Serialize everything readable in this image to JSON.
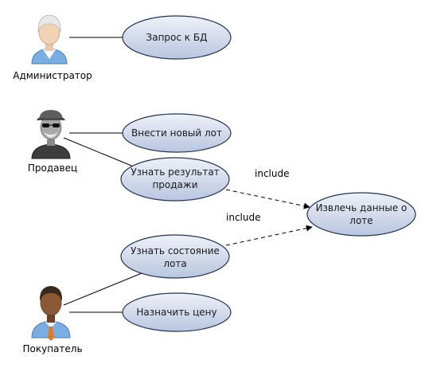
{
  "colors": {
    "usecase_fill_light": "#eef1f8",
    "usecase_fill_dark": "#b9c6e0",
    "usecase_stroke": "#25334d",
    "actor_shirt": "#7aaee3",
    "line": "#000000"
  },
  "actors": [
    {
      "id": "admin",
      "label": "Администратор",
      "icon": "admin-actor-icon"
    },
    {
      "id": "seller",
      "label": "Продавец",
      "icon": "seller-actor-icon"
    },
    {
      "id": "buyer",
      "label": "Покупатель",
      "icon": "buyer-actor-icon"
    }
  ],
  "use_cases": [
    {
      "id": "uc_db",
      "lines": [
        "Запрос к БД"
      ]
    },
    {
      "id": "uc_new_lot",
      "lines": [
        "Внести новый лот"
      ]
    },
    {
      "id": "uc_sale_result",
      "lines": [
        "Узнать результат",
        "продажи"
      ]
    },
    {
      "id": "uc_extract",
      "lines": [
        "Извлечь данные о",
        "лоте"
      ]
    },
    {
      "id": "uc_lot_state",
      "lines": [
        "Узнать состояние",
        "лота"
      ]
    },
    {
      "id": "uc_set_price",
      "lines": [
        "Назначить цену"
      ]
    }
  ],
  "associations": [
    {
      "from": "admin",
      "to": "uc_db"
    },
    {
      "from": "seller",
      "to": "uc_new_lot"
    },
    {
      "from": "seller",
      "to": "uc_sale_result"
    },
    {
      "from": "buyer",
      "to": "uc_lot_state"
    },
    {
      "from": "buyer",
      "to": "uc_set_price"
    }
  ],
  "dependencies": [
    {
      "from": "uc_sale_result",
      "to": "uc_extract",
      "label": "include"
    },
    {
      "from": "uc_lot_state",
      "to": "uc_extract",
      "label": "include"
    }
  ]
}
